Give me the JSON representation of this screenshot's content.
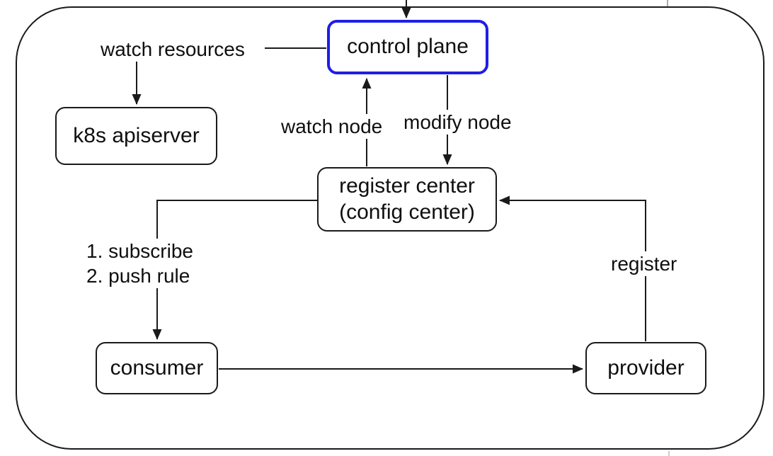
{
  "diagram": {
    "colors": {
      "background": "#ffffff",
      "node_border": "#1a1a1a",
      "selected_node_border": "#1e1ee6",
      "line": "#1a1a1a",
      "text": "#0f0f0f"
    },
    "nodes": {
      "control_plane": {
        "label": "control plane",
        "selected": true
      },
      "k8s_apiserver": {
        "label": "k8s apiserver"
      },
      "register_center": {
        "label_line1": "register center",
        "label_line2": "(config center)"
      },
      "consumer": {
        "label": "consumer"
      },
      "provider": {
        "label": "provider"
      }
    },
    "edges": {
      "watch_resources": {
        "label": "watch resources"
      },
      "watch_node": {
        "label": "watch node"
      },
      "modify_node": {
        "label": "modify node"
      },
      "subscribe": {
        "label_line1": "1. subscribe",
        "label_line2": "2. push rule"
      },
      "register": {
        "label": "register"
      }
    }
  }
}
